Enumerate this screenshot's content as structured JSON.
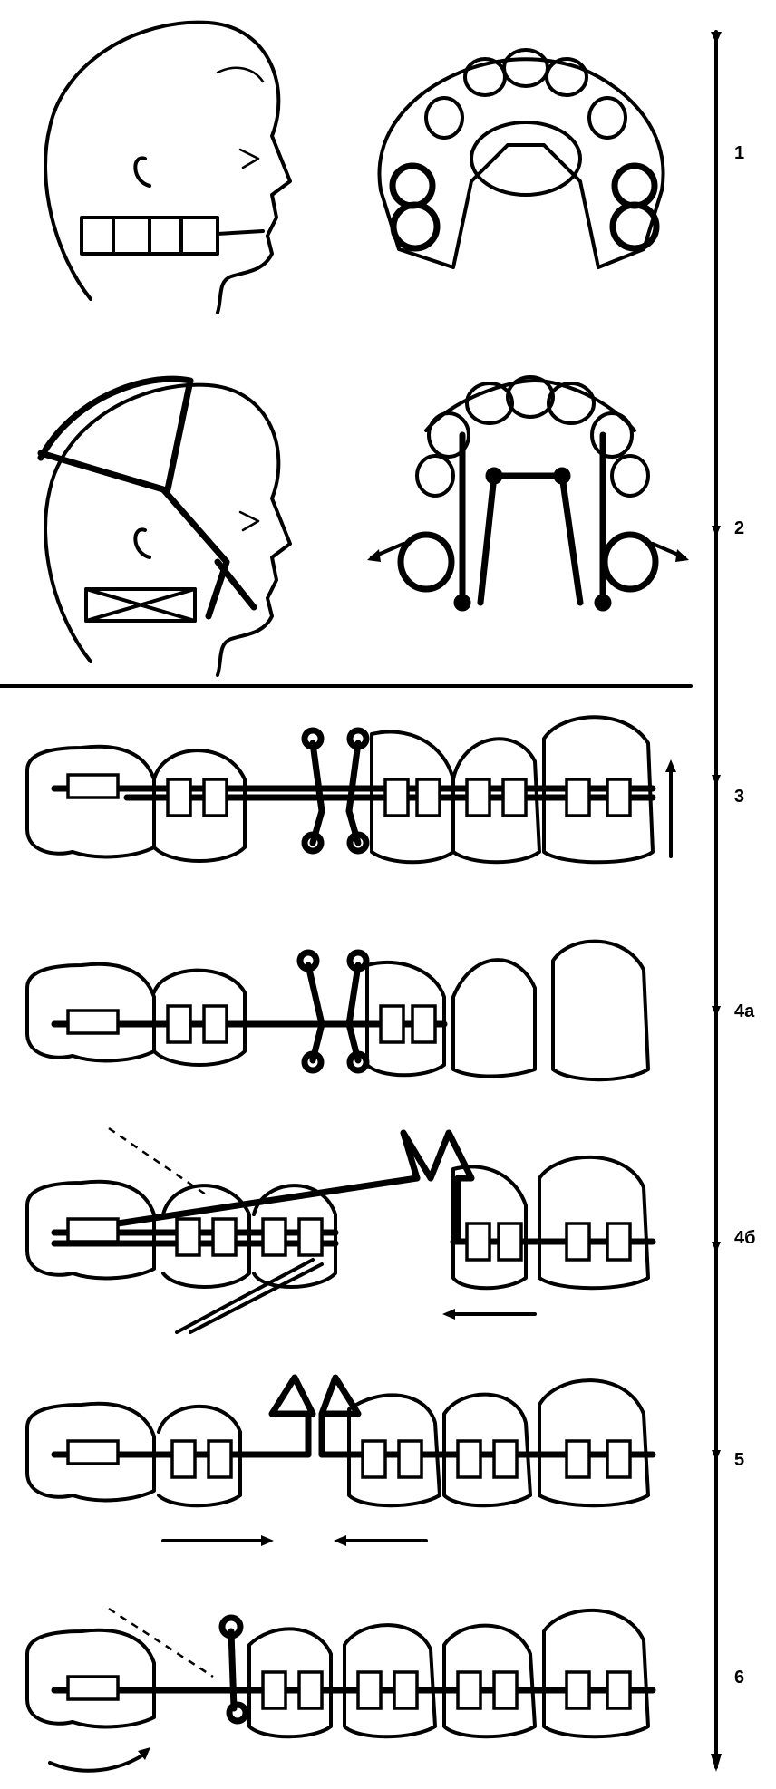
{
  "steps": [
    {
      "id": "1",
      "label": "1"
    },
    {
      "id": "2",
      "label": "2"
    },
    {
      "id": "3",
      "label": "3"
    },
    {
      "id": "4a",
      "label": "4a"
    },
    {
      "id": "4b",
      "label": "4б"
    },
    {
      "id": "5",
      "label": "5"
    },
    {
      "id": "6",
      "label": "6"
    }
  ]
}
